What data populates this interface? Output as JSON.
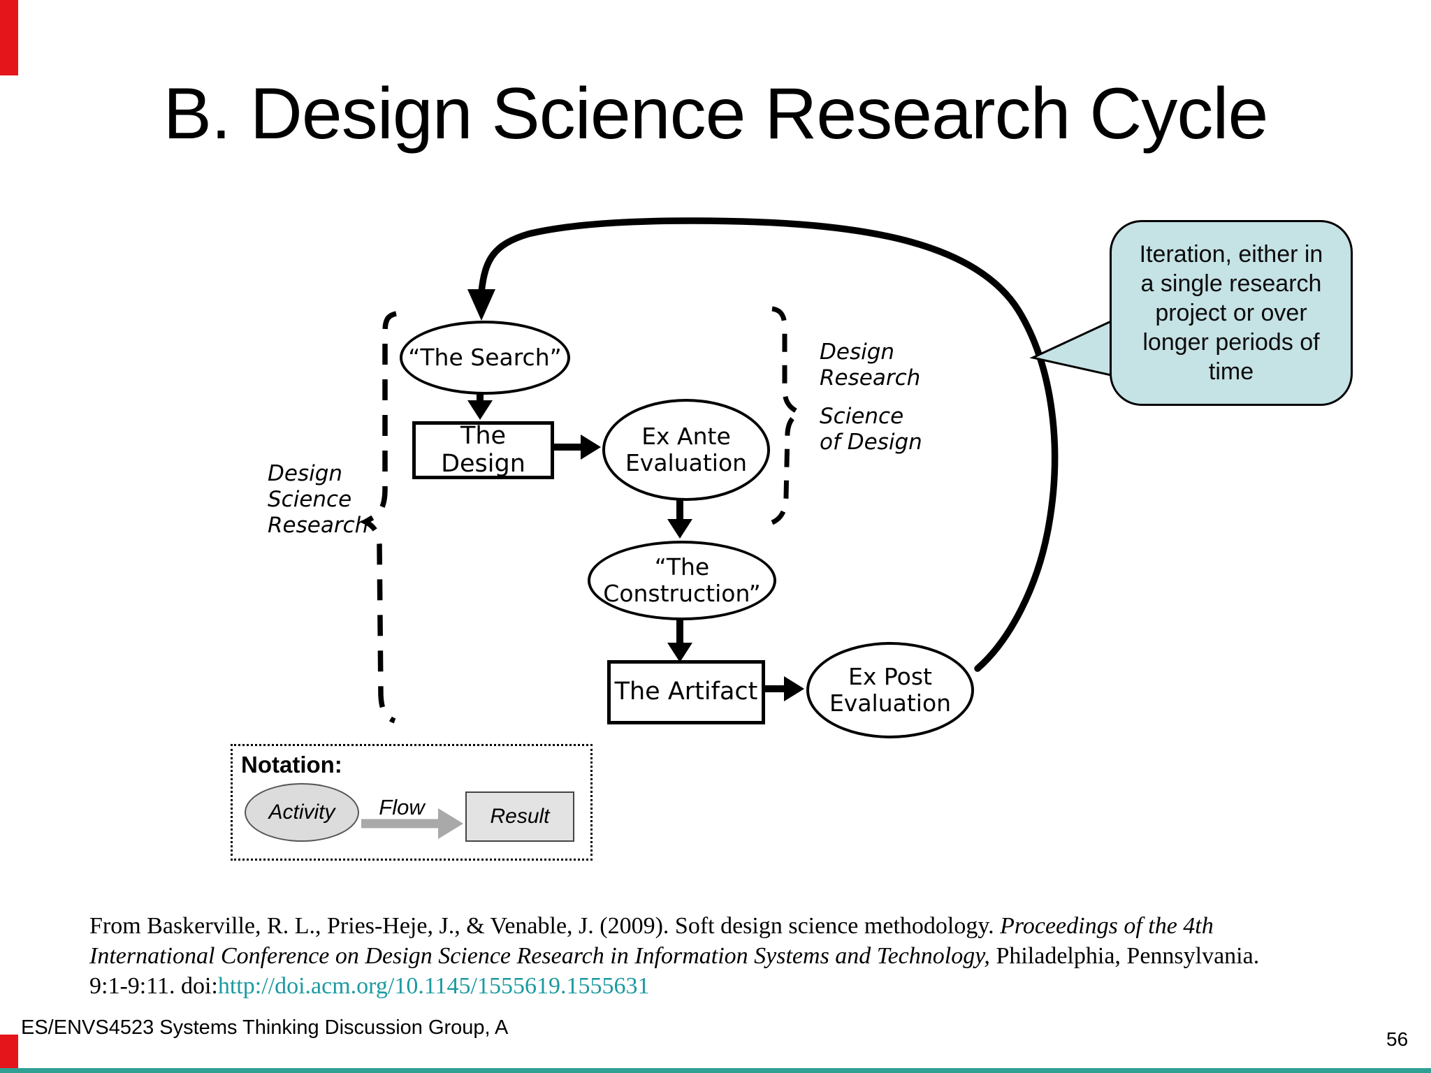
{
  "slide": {
    "title": "B. Design Science Research Cycle",
    "footer": "ES/ENVS4523 Systems Thinking Discussion Group, A",
    "page_number": "56"
  },
  "diagram": {
    "nodes": {
      "search": "“The Search”",
      "design": "The Design",
      "ex_ante": [
        "Ex Ante",
        "Evaluation"
      ],
      "construction": [
        "“The",
        "Construction”"
      ],
      "artifact": "The Artifact",
      "ex_post": [
        "Ex Post",
        "Evaluation"
      ]
    },
    "left_bracket_label": [
      "Design",
      "Science",
      "Research"
    ],
    "right_bracket_labels": [
      [
        "Design",
        "Research"
      ],
      [
        "Science",
        "of Design"
      ]
    ],
    "callout": {
      "lines": [
        "Iteration, either in",
        "a single research",
        "project or over",
        "longer periods of",
        "time"
      ]
    },
    "notation": {
      "title": "Notation:",
      "activity": "Activity",
      "flow": "Flow",
      "result": "Result"
    }
  },
  "citation": {
    "line1_roman": "From  Baskerville, R. L., Pries-Heje, J., & Venable, J. (2009). Soft design science methodology. ",
    "line1_italic": "Proceedings of the 4th",
    "line2_italic": "International Conference on Design Science Research in Information Systems and Technology,",
    "line2_roman": " Philadelphia, Pennsylvania.",
    "line3_roman": "9:1-9:11. doi:",
    "line3_link": "http://doi.acm.org/10.1145/1555619.1555631"
  },
  "colors": {
    "edge_red": "#e4151b",
    "bottom_line_teal": "#2fa093",
    "link_teal": "#1b9aa0",
    "callout_fill": "#c5e2e5",
    "notation_gray": "#dcdcdc"
  }
}
